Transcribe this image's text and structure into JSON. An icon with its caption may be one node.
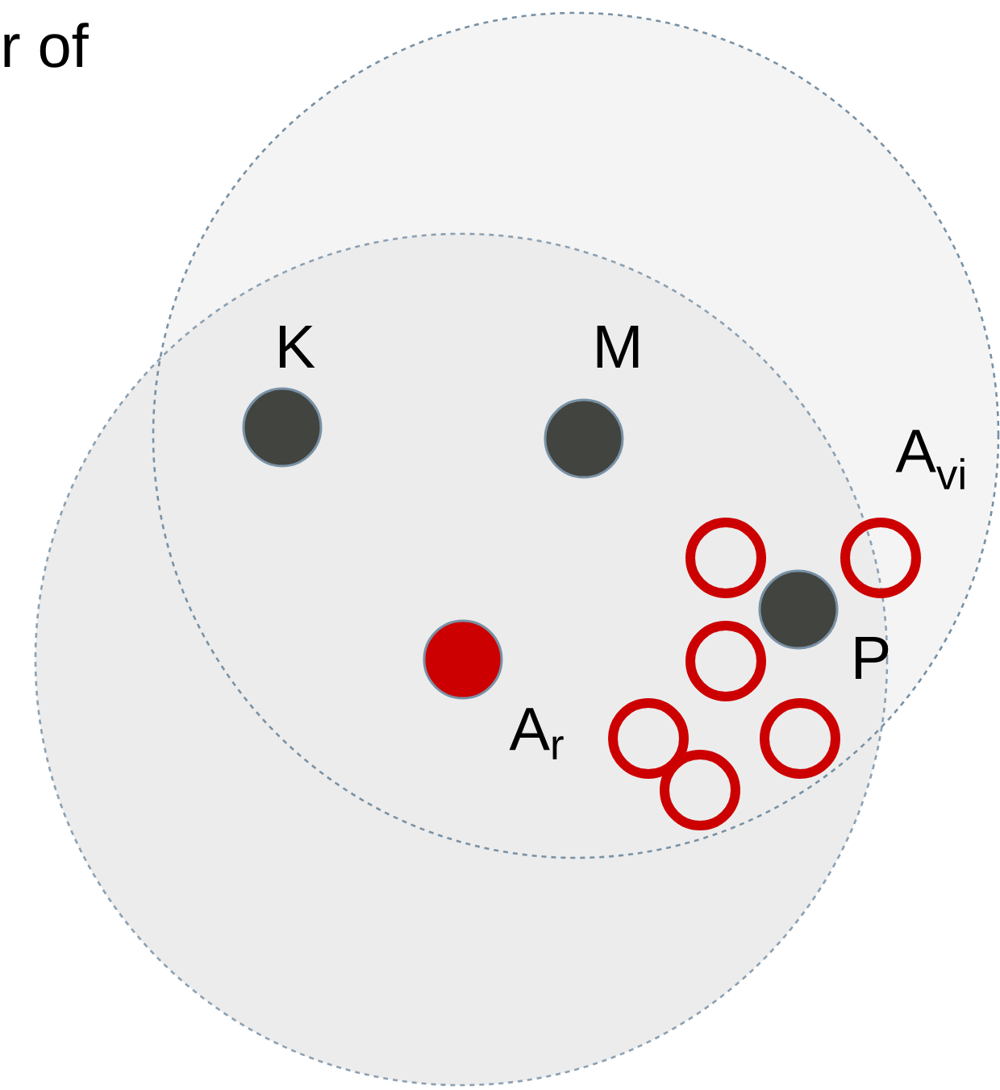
{
  "diagram": {
    "nodes": [
      {
        "text": [],
        "shape": "circle"
      },
      {
        "text": [],
        "shape": "circle"
      },
      {
        "text": [],
        "shape": "circle",
        "beside": [
          "K"
        ]
      },
      {
        "text": [],
        "shape": "circle",
        "beside": [
          "M"
        ]
      },
      {
        "text": [],
        "shape": "circle"
      },
      {
        "text": [],
        "shape": "circle",
        "in": 0
      },
      {
        "text": [],
        "shape": "circle",
        "beside": [
          "P"
        ]
      },
      {
        "text": [],
        "shape": "circle"
      },
      {
        "text": [],
        "shape": "circle",
        "beside": [
          "A$_{r}$"
        ]
      },
      {
        "text": [],
        "shape": "circle"
      },
      {
        "text": [],
        "shape": "circle"
      },
      {
        "text": [],
        "shape": "circle"
      }
    ],
    "labels": [
      "r of",
      "A$_{vi}$"
    ]
  }
}
